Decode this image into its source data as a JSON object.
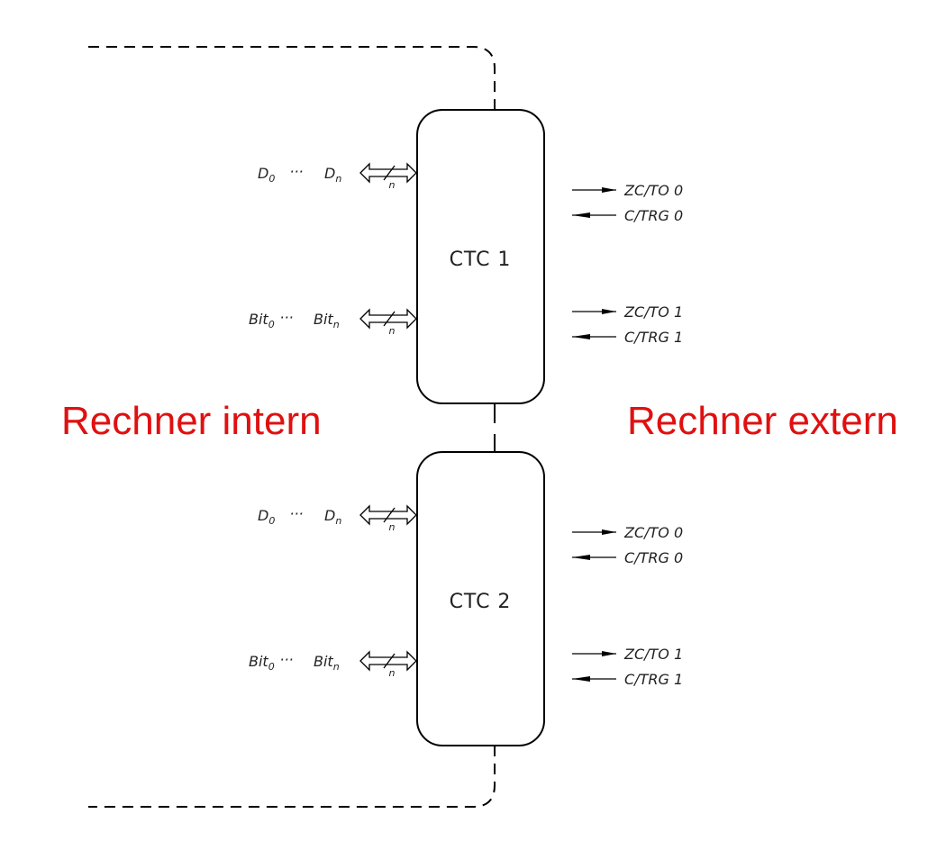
{
  "regions": {
    "left": "Rechner intern",
    "right": "Rechner extern"
  },
  "colors": {
    "region_text": "#e01010",
    "line": "#000000"
  },
  "bus_width_label": "n",
  "ellipsis": "···",
  "ctc_blocks": [
    {
      "title": "CTC 1",
      "data_bus": {
        "from_base": "D",
        "from_sub": "0",
        "to_base": "D",
        "to_sub": "n"
      },
      "bit_bus": {
        "from_base": "Bit",
        "from_sub": "0",
        "to_base": "Bit",
        "to_sub": "n"
      },
      "outputs": [
        {
          "label": "ZC/TO 0",
          "direction": "out"
        },
        {
          "label": "C/TRG 0",
          "direction": "in"
        },
        {
          "label": "ZC/TO 1",
          "direction": "out"
        },
        {
          "label": "C/TRG 1",
          "direction": "in"
        }
      ]
    },
    {
      "title": "CTC 2",
      "data_bus": {
        "from_base": "D",
        "from_sub": "0",
        "to_base": "D",
        "to_sub": "n"
      },
      "bit_bus": {
        "from_base": "Bit",
        "from_sub": "0",
        "to_base": "Bit",
        "to_sub": "n"
      },
      "outputs": [
        {
          "label": "ZC/TO 0",
          "direction": "out"
        },
        {
          "label": "C/TRG 0",
          "direction": "in"
        },
        {
          "label": "ZC/TO 1",
          "direction": "out"
        },
        {
          "label": "C/TRG 1",
          "direction": "in"
        }
      ]
    }
  ]
}
